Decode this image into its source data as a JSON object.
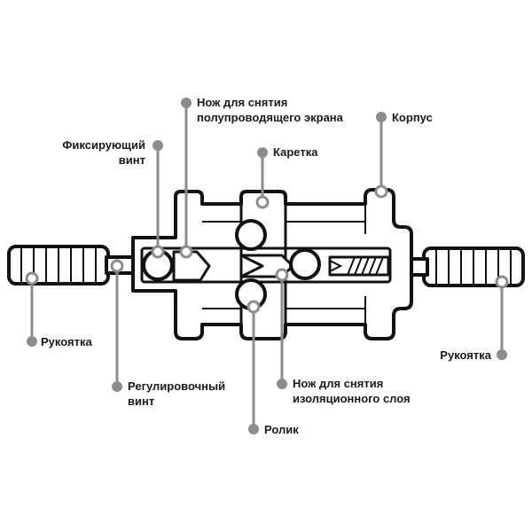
{
  "labels": {
    "handle_left": "Рукоятка",
    "handle_right": "Рукоятка",
    "adjusting_screw_l1": "Регулировочный",
    "adjusting_screw_l2": "винт",
    "fixing_screw_l1": "Фиксирующий",
    "fixing_screw_l2": "винт",
    "screen_knife_l1": "Нож для снятия",
    "screen_knife_l2": "полупроводящего экрана",
    "carriage": "Каретка",
    "body": "Корпус",
    "roller": "Ролик",
    "insulation_knife_l1": "Нож для снятия",
    "insulation_knife_l2": "изоляционного слоя"
  },
  "colors": {
    "outline": "#111111",
    "leader": "#8c8c8c",
    "background": "#ffffff"
  }
}
